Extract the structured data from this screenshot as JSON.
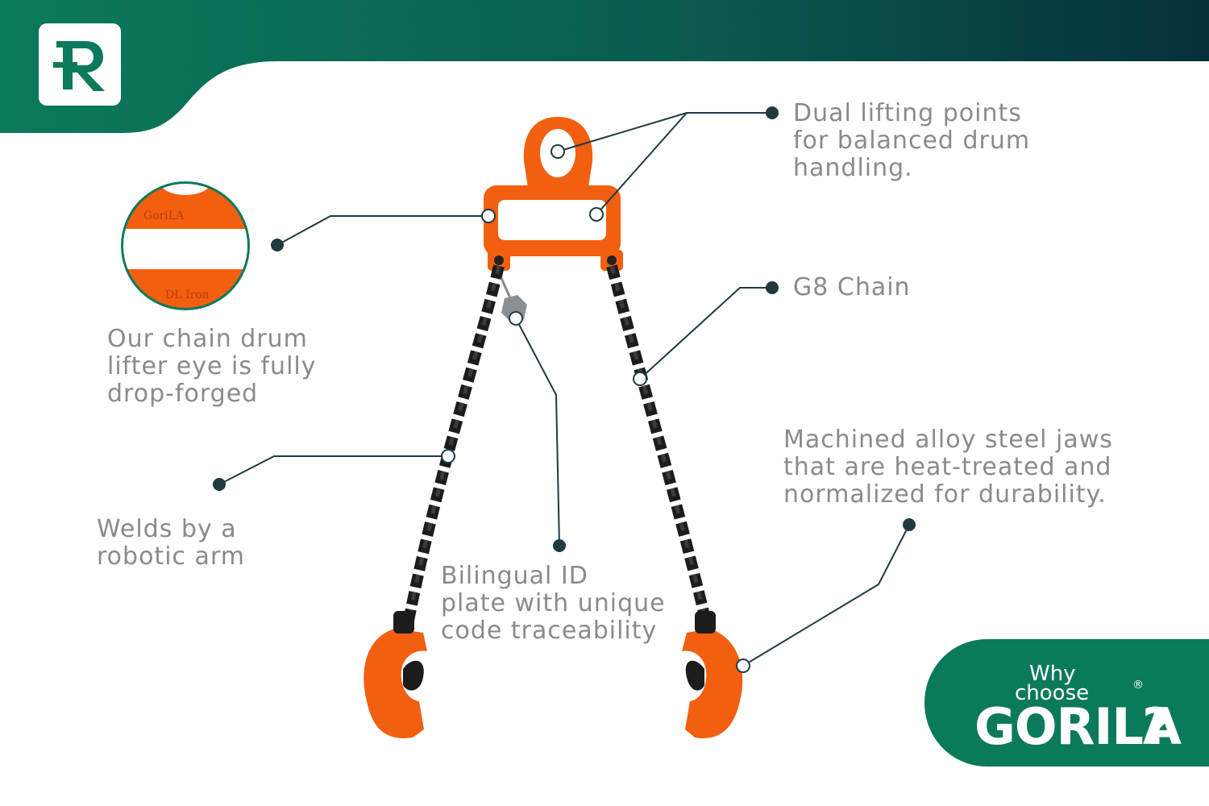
{
  "colors": {
    "brand_green": "#0b7a5b",
    "dark_teal": "#06303a",
    "lifter_orange": "#f25f10",
    "chain_black": "#1c1c1c",
    "callout_text": "#8a8a8a",
    "leader_line": "#1f3a40"
  },
  "logo": {
    "letter": "R",
    "icon": "r-logo-icon"
  },
  "callouts": {
    "dual_lifting": "Dual lifting points\nfor balanced drum\nhandling.",
    "drop_forged": "Our chain drum\nlifter eye is fully\ndrop-forged",
    "g8_chain": "G8 Chain",
    "robotic_welds": "Welds by a\nrobotic arm",
    "id_plate": "Bilingual ID\nplate with unique\ncode traceability",
    "jaws": "Machined alloy steel jaws\nthat are heat-treated and\nnormalized for durability."
  },
  "badge": {
    "line1": "Why",
    "line2": "choose",
    "brand": "GORILA",
    "question": "?",
    "registered": "®"
  },
  "inset_markings": {
    "top": "GoriLA",
    "bottom": "DL Iron"
  }
}
